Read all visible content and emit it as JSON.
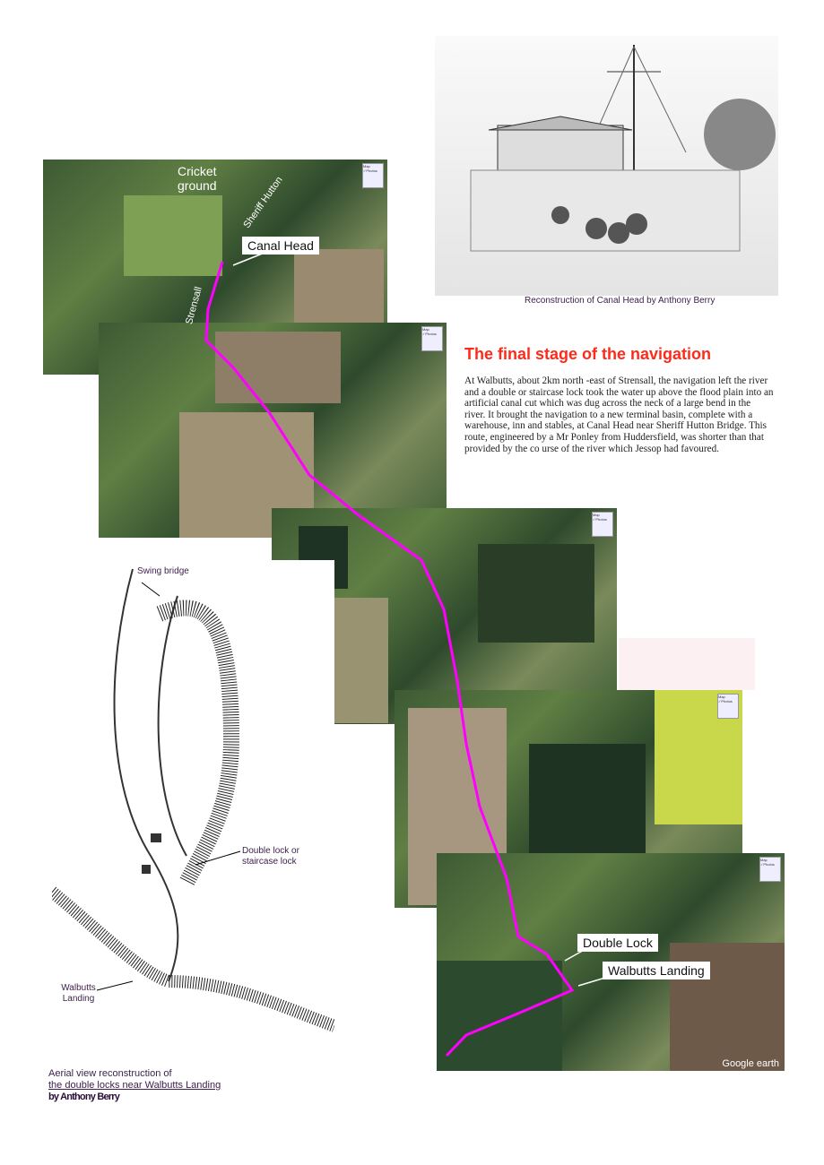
{
  "sketch": {
    "caption": "Reconstruction of Canal Head by Anthony Berry"
  },
  "article": {
    "title": "The final stage of the navigation",
    "body": "At Walbutts, about 2km north -east of Strensall, the navigation left the river and a double or staircase lock took the water up above the flood plain into an artificial canal cut which was dug across the neck of a large bend in the river. It brought the navigation to a new terminal basin, complete with a warehouse, inn and stables, at Canal Head near Sheriff Hutton Bridge. This route, engineered by a Mr Ponley from Huddersfield, was shorter than that provided by the co urse of the river which Jessop had favoured."
  },
  "map": {
    "labels": {
      "cricket": "Cricket ground",
      "sheriff_hutton": "Sheriff Hutton",
      "strensall": "Strensall",
      "canal_head": "Canal Head",
      "double_lock": "Double Lock",
      "walbutts_landing": "Walbutts Landing"
    },
    "control_text": "Map ✓Photos",
    "attribution": "Google earth",
    "route_color": "#ff00ff"
  },
  "drawing": {
    "labels": {
      "swing_bridge": "Swing bridge",
      "double_lock": "Double lock or staircase lock",
      "walbutts": "Walbutts Landing"
    },
    "caption_line1": "Aerial view reconstruction of",
    "caption_line2": "the double locks near Walbutts Landing",
    "caption_line3": "by Anthony Berry"
  }
}
